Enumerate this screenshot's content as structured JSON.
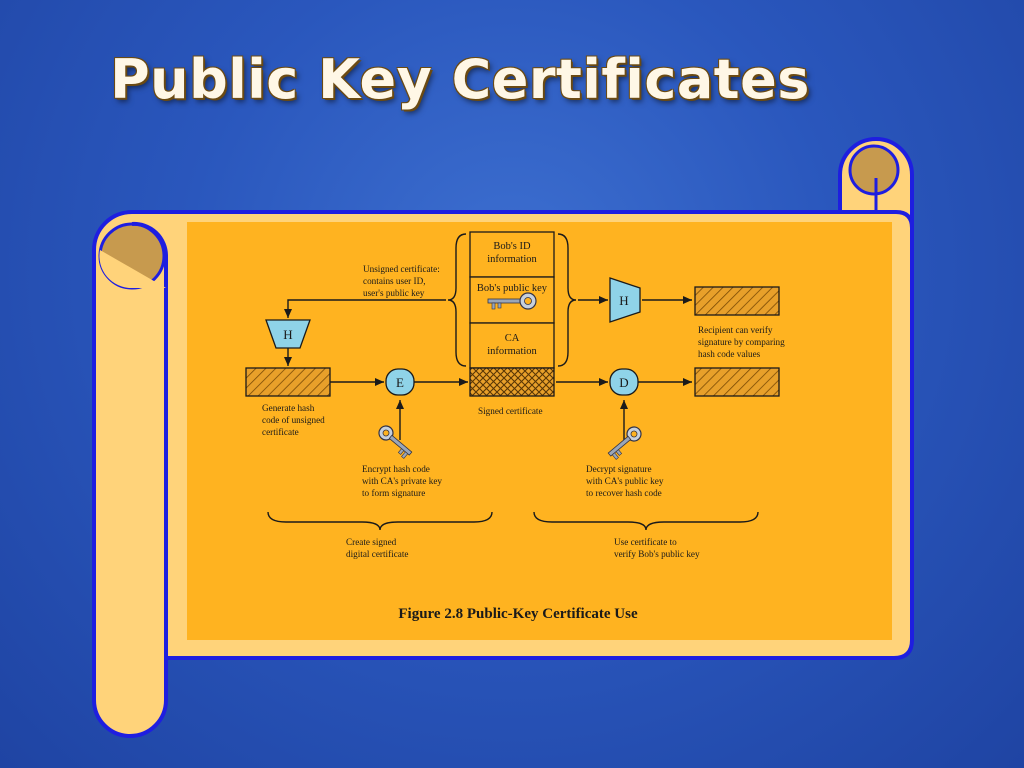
{
  "slide": {
    "title": "Public Key Certificates"
  },
  "colors": {
    "background": "#2a57bd",
    "scroll_fill": "#ffd37a",
    "scroll_border": "#1e1ee0",
    "panel": "#ffb320",
    "node_fill": "#8fd3e8",
    "hatch": "#c97a10"
  },
  "diagram": {
    "cert_fields": {
      "id": [
        "Bob's ID",
        "information"
      ],
      "key": "Bob's public key",
      "ca": [
        "CA",
        "information"
      ]
    },
    "notes": {
      "unsigned": [
        "Unsigned certificate:",
        "contains user ID,",
        "user's public key"
      ],
      "generate": [
        "Generate hash",
        "code of unsigned",
        "certificate"
      ],
      "signed": "Signed certificate",
      "recipient": [
        "Recipient can verify",
        "signature by comparing",
        "hash code values"
      ],
      "encrypt": [
        "Encrypt hash code",
        "with CA's private key",
        "to form signature"
      ],
      "decrypt": [
        "Decrypt signature",
        "with CA's public key",
        "to recover hash code"
      ],
      "create": [
        "Create signed",
        "digital certificate"
      ],
      "use": [
        "Use certificate to",
        "verify Bob's public key"
      ]
    },
    "nodes": {
      "h_left": "H",
      "e": "E",
      "h_right": "H",
      "d": "D"
    },
    "caption": "Figure 2.8  Public-Key Certificate Use"
  }
}
